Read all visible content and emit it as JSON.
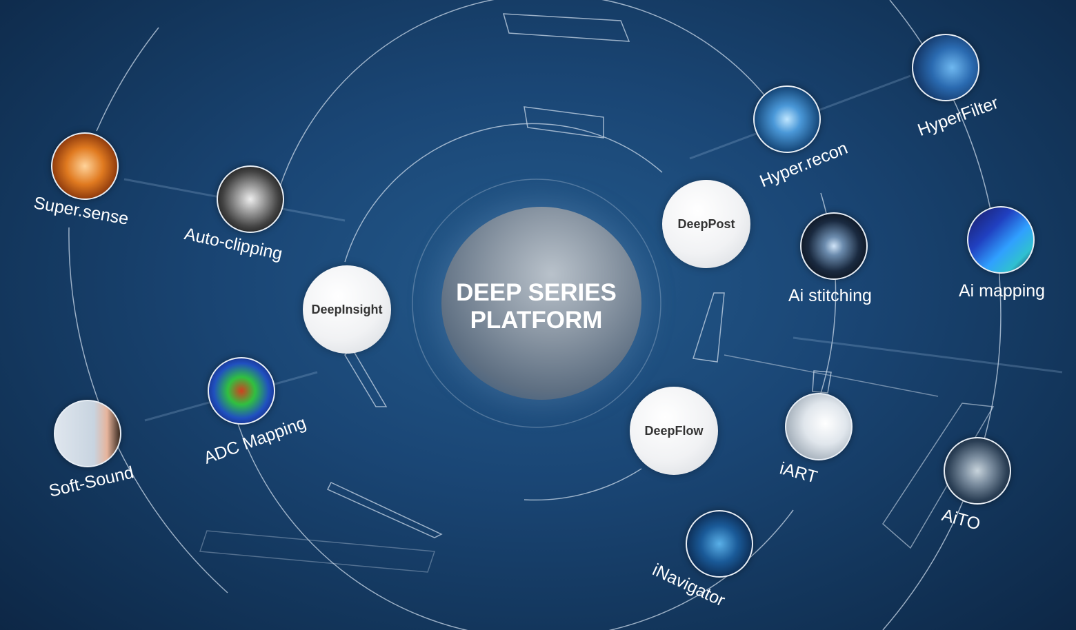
{
  "center": {
    "title_line1": "DEEP SERIES",
    "title_line2": "PLATFORM"
  },
  "hubs": [
    {
      "label": "DeepInsight"
    },
    {
      "label": "DeepPost"
    },
    {
      "label": "DeepFlow"
    }
  ],
  "features": [
    {
      "label": "Super.sense",
      "icon": "heatmap-sphere-icon"
    },
    {
      "label": "Auto-clipping",
      "icon": "brain-scan-icon"
    },
    {
      "label": "ADC Mapping",
      "icon": "brain-color-map-icon"
    },
    {
      "label": "Soft-Sound",
      "icon": "sound-wave-ear-icon"
    },
    {
      "label": "Hyper.recon",
      "icon": "wave-icon"
    },
    {
      "label": "HyperFilter",
      "icon": "digital-face-icon"
    },
    {
      "label": "Ai stitching",
      "icon": "spine-icon"
    },
    {
      "label": "Ai mapping",
      "icon": "knee-map-icon"
    },
    {
      "label": "iART",
      "icon": "scanner-icon"
    },
    {
      "label": "iNavigator",
      "icon": "body-scan-icon"
    },
    {
      "label": "AiTO",
      "icon": "brain-slice-icon"
    }
  ],
  "colors": {
    "background": "#1a4675",
    "line": "#c9d8e8"
  }
}
